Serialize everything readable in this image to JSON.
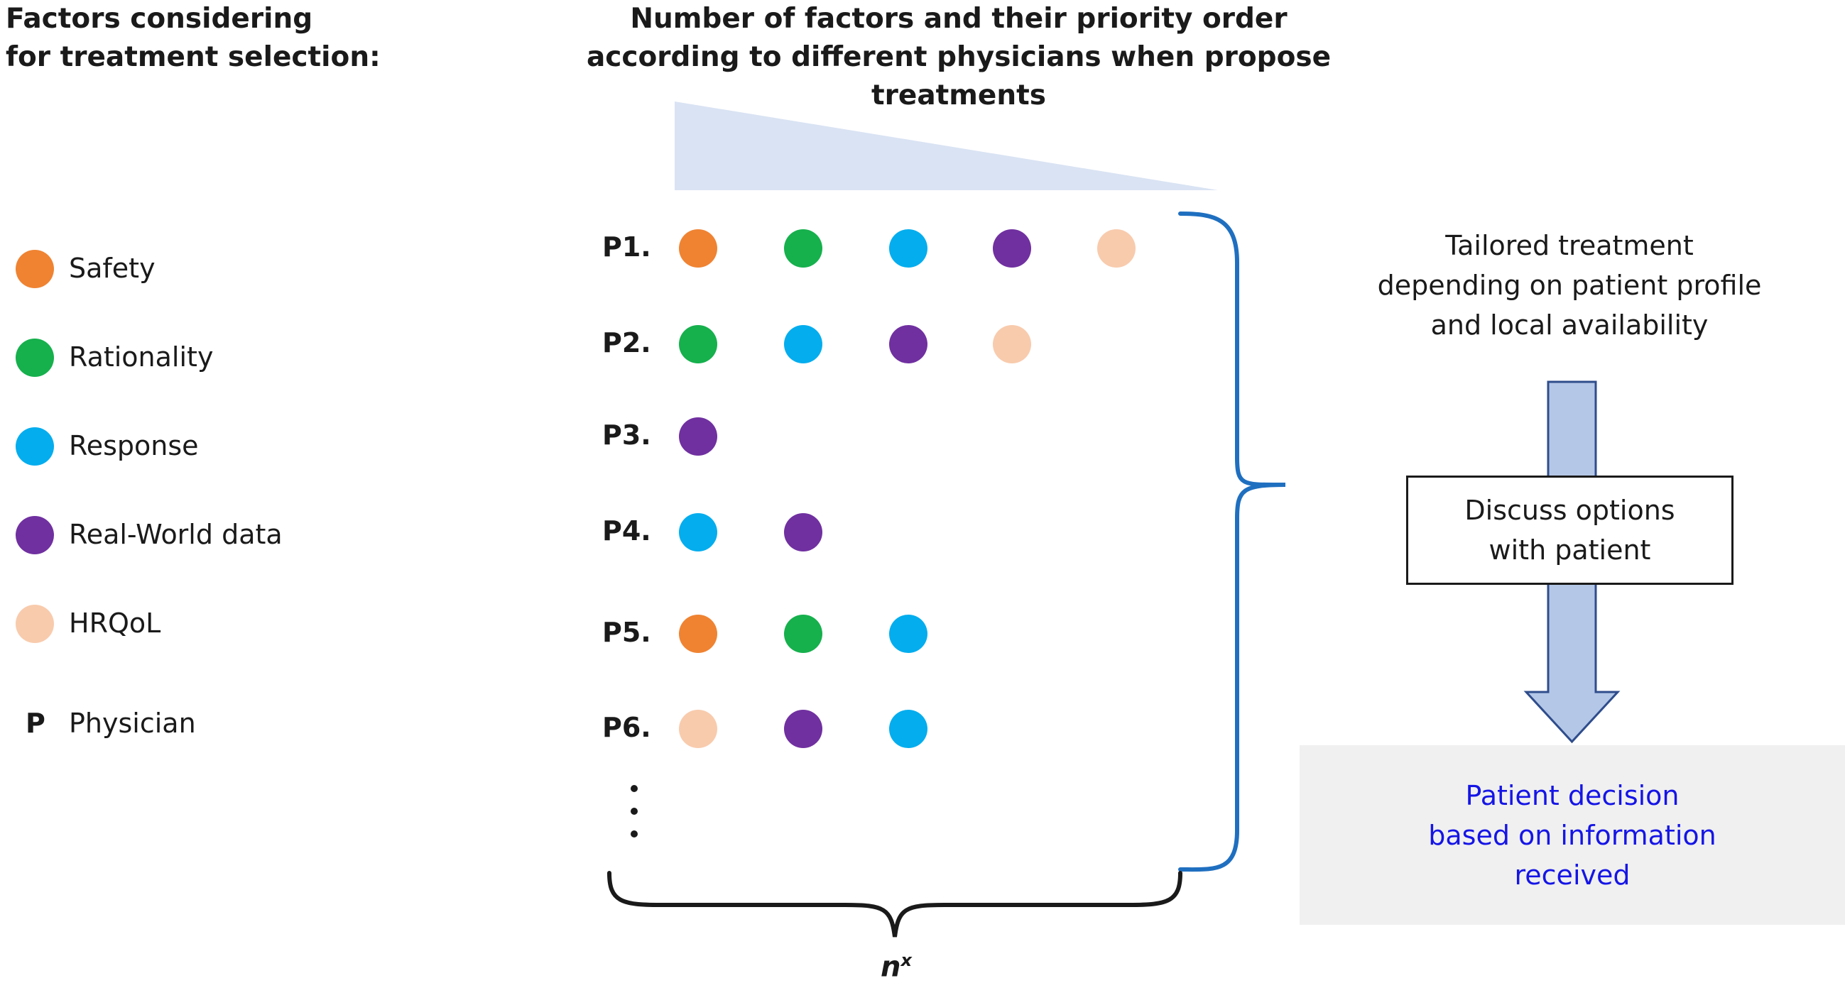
{
  "colors": {
    "safety": "#ef8332",
    "rationality": "#16b04d",
    "response": "#03adee",
    "real_world": "#7030a0",
    "hrqol": "#f8cbad",
    "brace": "#1f6fc0",
    "triangle": "#d9e3f3",
    "arrow_fill": "#b4c7e7",
    "arrow_stroke": "#2f4d8c",
    "decision_text": "#1515e6"
  },
  "left_title": [
    "Factors considering",
    "for treatment selection:"
  ],
  "center_title": [
    "Number of factors and their priority order",
    "according to different physicians when propose treatments"
  ],
  "legend": [
    {
      "key": "safety",
      "label": "Safety"
    },
    {
      "key": "rationality",
      "label": "Rationality"
    },
    {
      "key": "response",
      "label": "Response"
    },
    {
      "key": "real_world",
      "label": "Real-World data"
    },
    {
      "key": "hrqol",
      "label": "HRQoL"
    }
  ],
  "physician_legend": {
    "symbol": "P",
    "label": "Physician"
  },
  "physicians": [
    {
      "label": "P1.",
      "factors": [
        "safety",
        "rationality",
        "response",
        "real_world",
        "hrqol"
      ]
    },
    {
      "label": "P2.",
      "factors": [
        "rationality",
        "response",
        "real_world",
        "hrqol"
      ]
    },
    {
      "label": "P3.",
      "factors": [
        "real_world"
      ]
    },
    {
      "label": "P4.",
      "factors": [
        "response",
        "real_world"
      ]
    },
    {
      "label": "P5.",
      "factors": [
        "safety",
        "rationality",
        "response"
      ]
    },
    {
      "label": "P6.",
      "factors": [
        "hrqol",
        "real_world",
        "response"
      ]
    }
  ],
  "bottom_label": {
    "base": "n",
    "sup": "x"
  },
  "tailored_text": [
    "Tailored treatment",
    "depending on patient profile",
    "and local availability"
  ],
  "discuss_text": [
    "Discuss options",
    "with patient"
  ],
  "decision_text": [
    "Patient decision",
    "based on information",
    "received"
  ]
}
